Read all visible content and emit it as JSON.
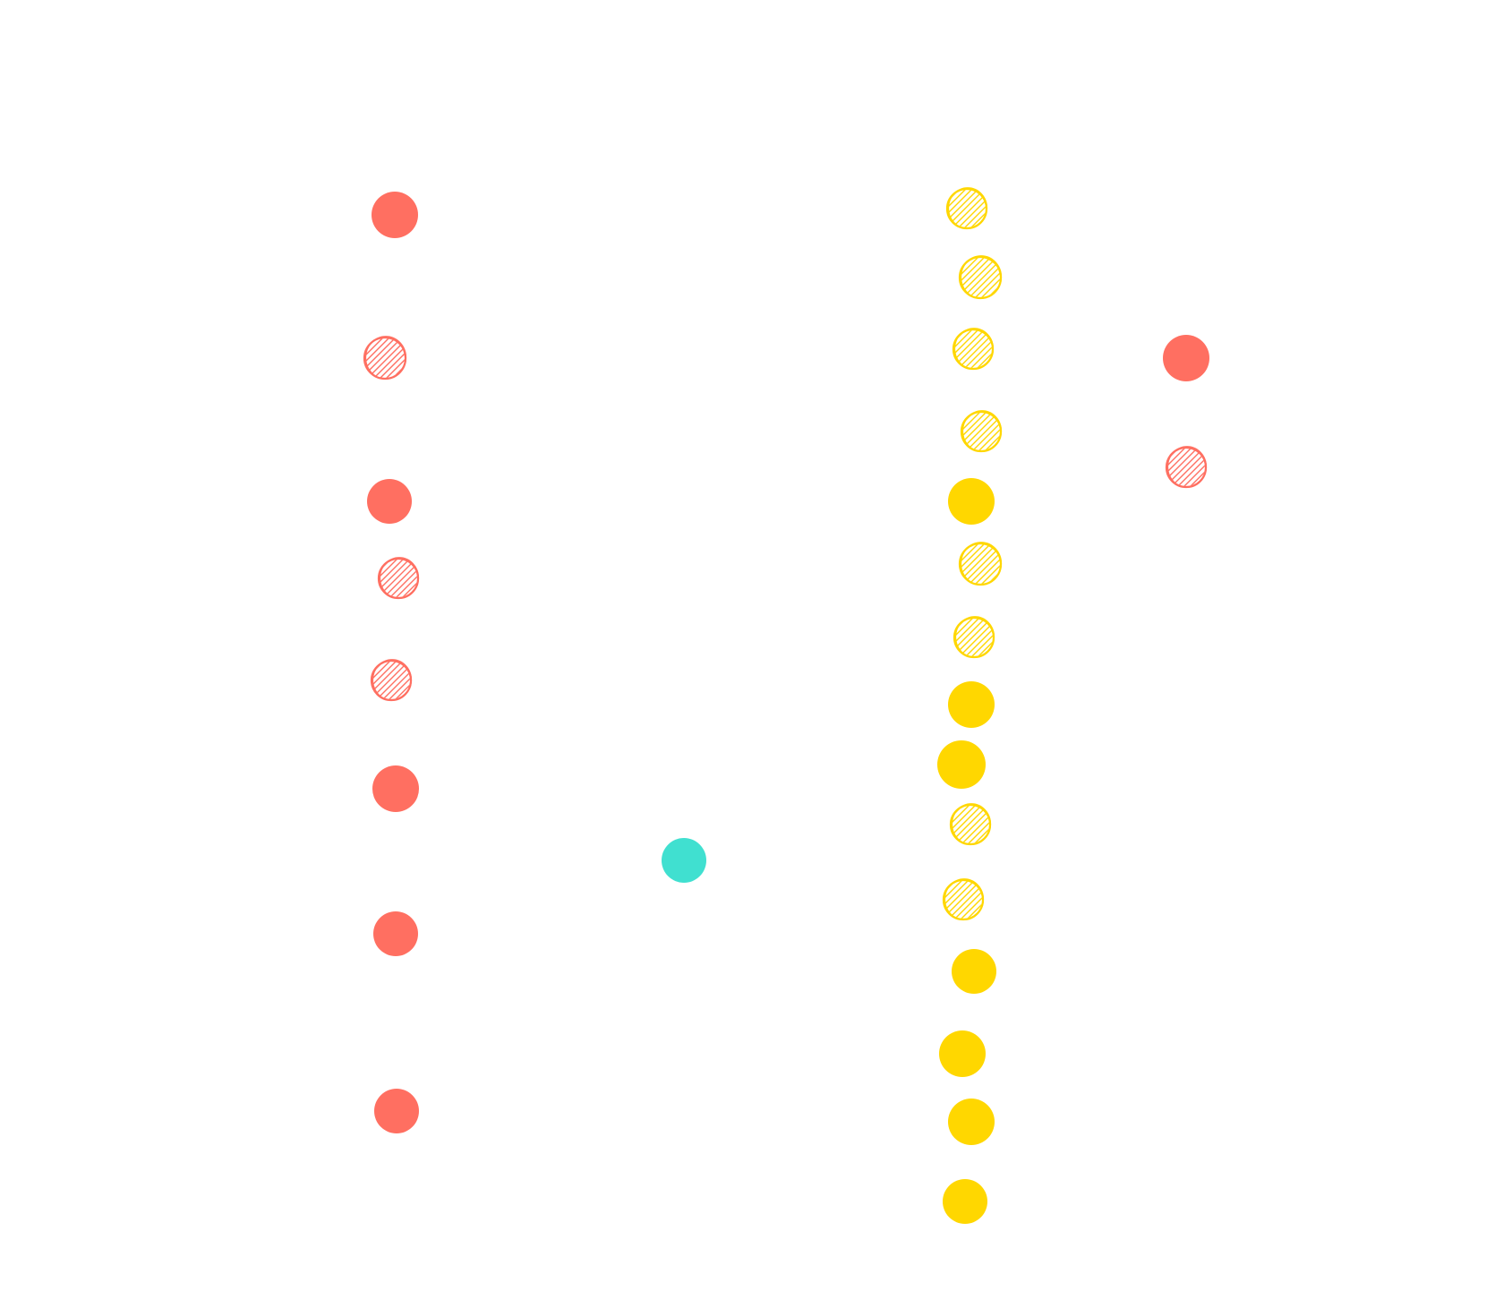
{
  "colors": {
    "background": "#ffffff",
    "coral": "#ff6f61",
    "yellow": "#ffd700",
    "teal": "#40e0d0"
  },
  "groups": [
    {
      "name": "coral-left-column",
      "color": "coral",
      "dots": [
        "solid",
        "hatched",
        "solid",
        "hatched",
        "hatched",
        "solid",
        "solid",
        "solid"
      ]
    },
    {
      "name": "teal-center",
      "color": "teal",
      "dots": [
        "solid"
      ]
    },
    {
      "name": "yellow-column",
      "color": "yellow",
      "dots": [
        "hatched",
        "hatched",
        "hatched",
        "hatched",
        "solid",
        "hatched",
        "hatched",
        "solid",
        "solid",
        "hatched",
        "hatched",
        "solid",
        "solid",
        "solid",
        "solid"
      ]
    },
    {
      "name": "coral-right-pair",
      "color": "coral",
      "dots": [
        "solid",
        "hatched"
      ]
    }
  ]
}
